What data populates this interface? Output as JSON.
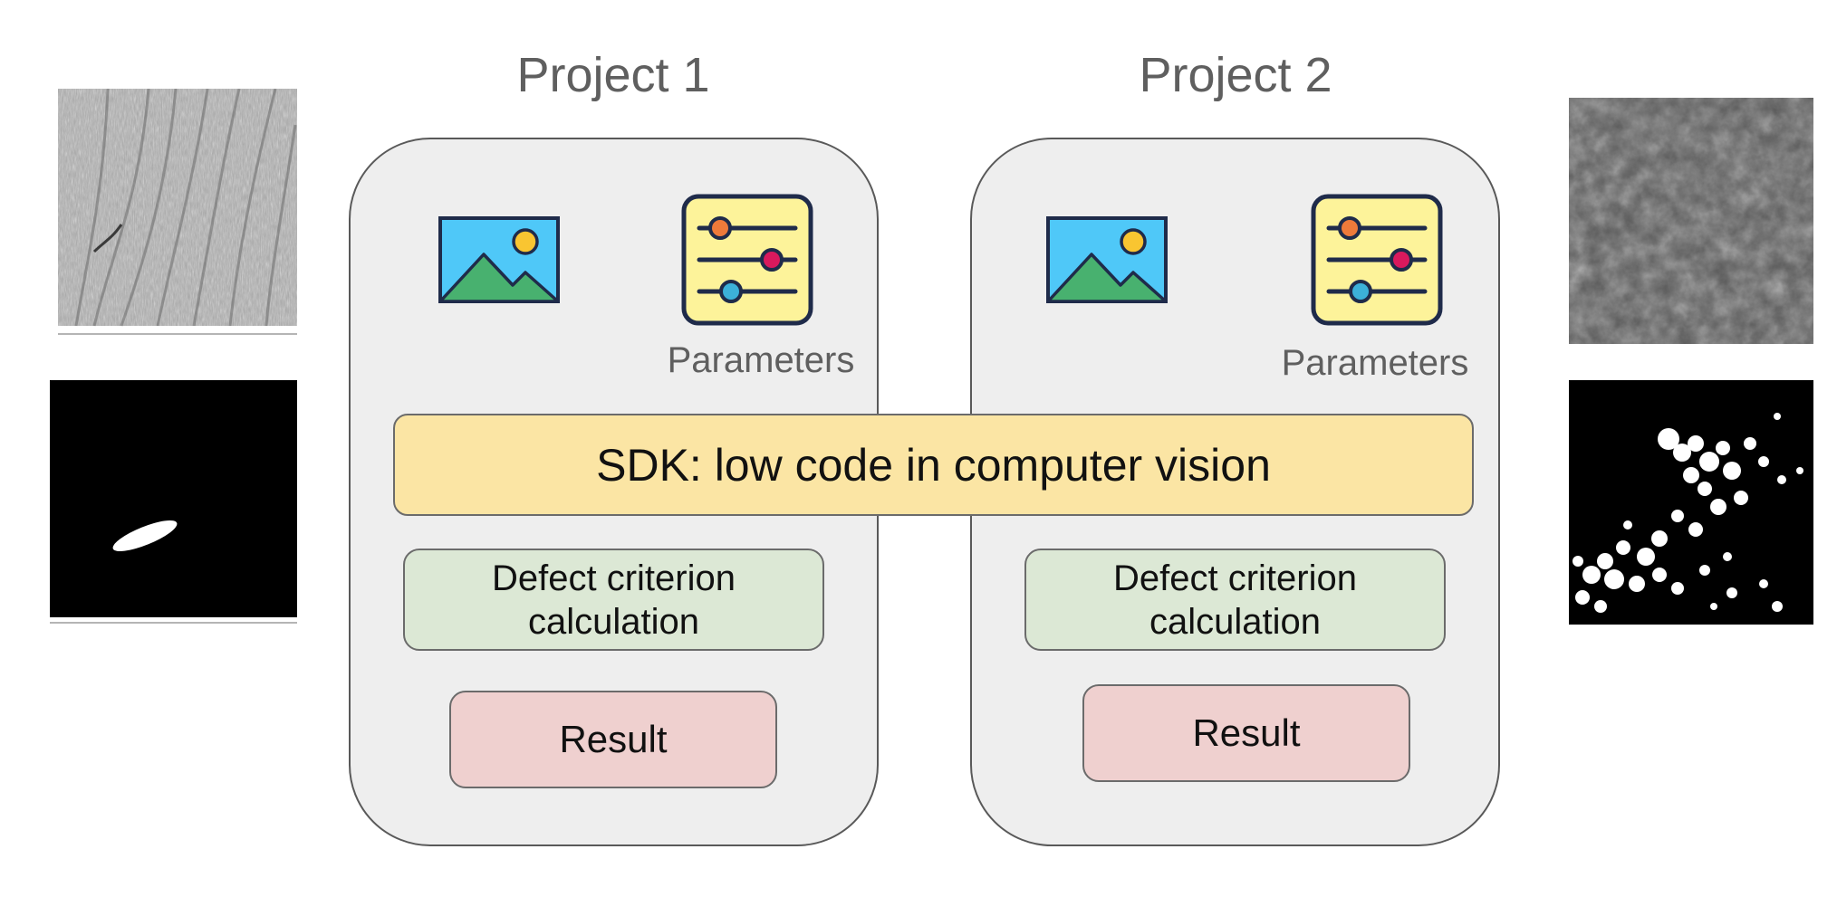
{
  "projects": [
    {
      "title": "Project 1",
      "parameters_label": "Parameters",
      "defect_line1": "Defect criterion",
      "defect_line2": "calculation",
      "result_label": "Result"
    },
    {
      "title": "Project 2",
      "parameters_label": "Parameters",
      "defect_line1": "Defect criterion",
      "defect_line2": "calculation",
      "result_label": "Result"
    }
  ],
  "sdk_label": "SDK: low code in computer vision",
  "icons": {
    "image": "image-icon",
    "parameters": "sliders-icon"
  },
  "colors": {
    "panel": "#eeeeee",
    "sdk": "#fbe5a4",
    "defect": "#dce8d5",
    "result": "#efd0cf",
    "sky": "#4fc8f8",
    "mountain": "#48b16f",
    "sun": "#f9c531",
    "sliders_bg": "#fdf39a",
    "slider_orange": "#ee7a3a",
    "slider_red": "#d9195d",
    "slider_blue": "#3cb1d9"
  }
}
